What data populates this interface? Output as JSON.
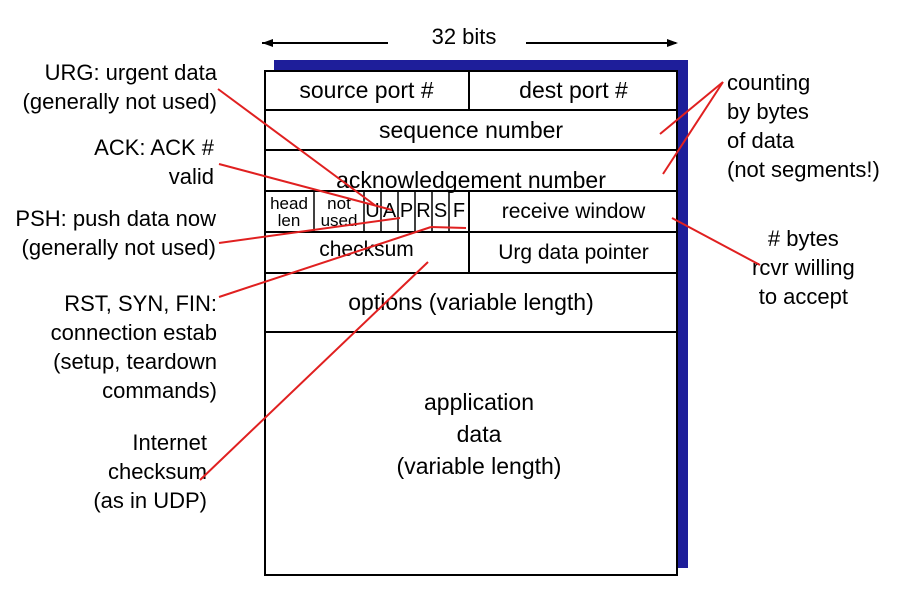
{
  "width_label": "32 bits",
  "header_fields": {
    "source_port": "source port #",
    "dest_port": "dest port #",
    "sequence_number": "sequence number",
    "ack_number": "acknowledgement number",
    "head_len_line1": "head",
    "head_len_line2": "len",
    "not_used_line1": "not",
    "not_used_line2": "used",
    "flags": [
      "U",
      "A",
      "P",
      "R",
      "S",
      "F"
    ],
    "receive_window": "receive window",
    "checksum": "checksum",
    "urg_pointer": "Urg data pointer",
    "options": "options (variable length)",
    "app_data_line1": "application",
    "app_data_line2": "data",
    "app_data_line3": "(variable length)"
  },
  "left_annotations": {
    "urg_line1": "URG: urgent data",
    "urg_line2": "(generally not used)",
    "ack_line1": "ACK: ACK #",
    "ack_line2": "valid",
    "psh_line1": "PSH: push data now",
    "psh_line2": "(generally not used)",
    "rst_line1": "RST, SYN, FIN:",
    "rst_line2": "connection estab",
    "rst_line3": "(setup, teardown",
    "rst_line4": "commands)",
    "cs_line1": "Internet",
    "cs_line2": "checksum",
    "cs_line3": "(as in UDP)"
  },
  "right_annotations": {
    "count_line1": "counting",
    "count_line2": "by bytes",
    "count_line3": "of data",
    "count_line4": "(not segments!)",
    "rcvr_line1": "# bytes",
    "rcvr_line2": "rcvr willing",
    "rcvr_line3": "to accept"
  },
  "colors": {
    "shadow": "#1e1e9a",
    "pointer_line": "#e02020",
    "border": "#000000"
  }
}
